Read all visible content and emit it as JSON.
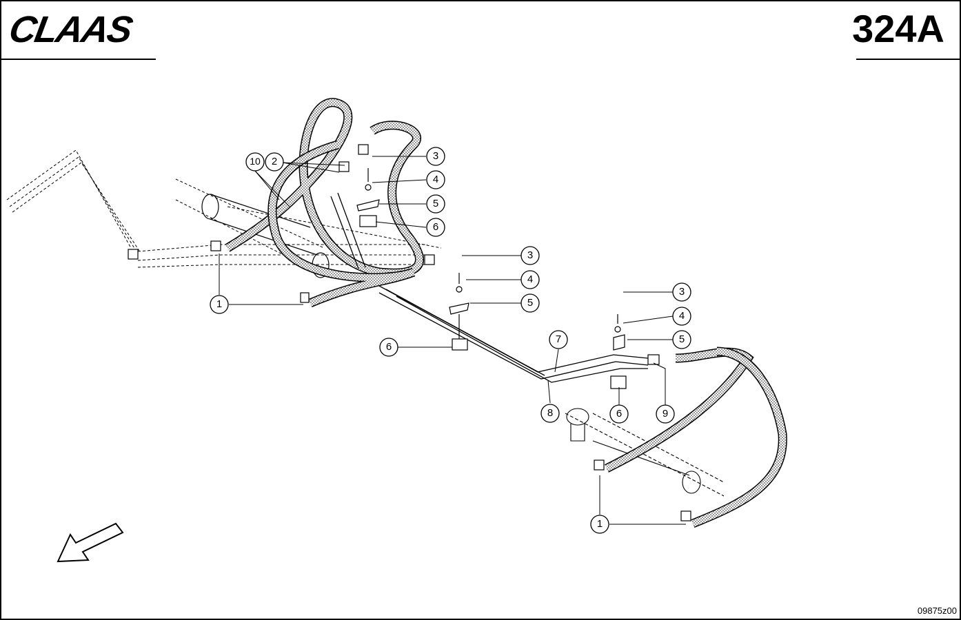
{
  "header": {
    "brand": "CLAAS",
    "page_number": "324A"
  },
  "footer": {
    "drawing_number": "09875z00"
  },
  "callouts": [
    {
      "id": "c1a",
      "label": "1"
    },
    {
      "id": "c1b",
      "label": "1"
    },
    {
      "id": "c2",
      "label": "2"
    },
    {
      "id": "c10",
      "label": "10"
    },
    {
      "id": "c3a",
      "label": "3"
    },
    {
      "id": "c4a",
      "label": "4"
    },
    {
      "id": "c5a",
      "label": "5"
    },
    {
      "id": "c6a",
      "label": "6"
    },
    {
      "id": "c3b",
      "label": "3"
    },
    {
      "id": "c4b",
      "label": "4"
    },
    {
      "id": "c5b",
      "label": "5"
    },
    {
      "id": "c6b",
      "label": "6"
    },
    {
      "id": "c7",
      "label": "7"
    },
    {
      "id": "c8",
      "label": "8"
    },
    {
      "id": "c3c",
      "label": "3"
    },
    {
      "id": "c4c",
      "label": "4"
    },
    {
      "id": "c5c",
      "label": "5"
    },
    {
      "id": "c6c",
      "label": "6"
    },
    {
      "id": "c9",
      "label": "9"
    }
  ]
}
